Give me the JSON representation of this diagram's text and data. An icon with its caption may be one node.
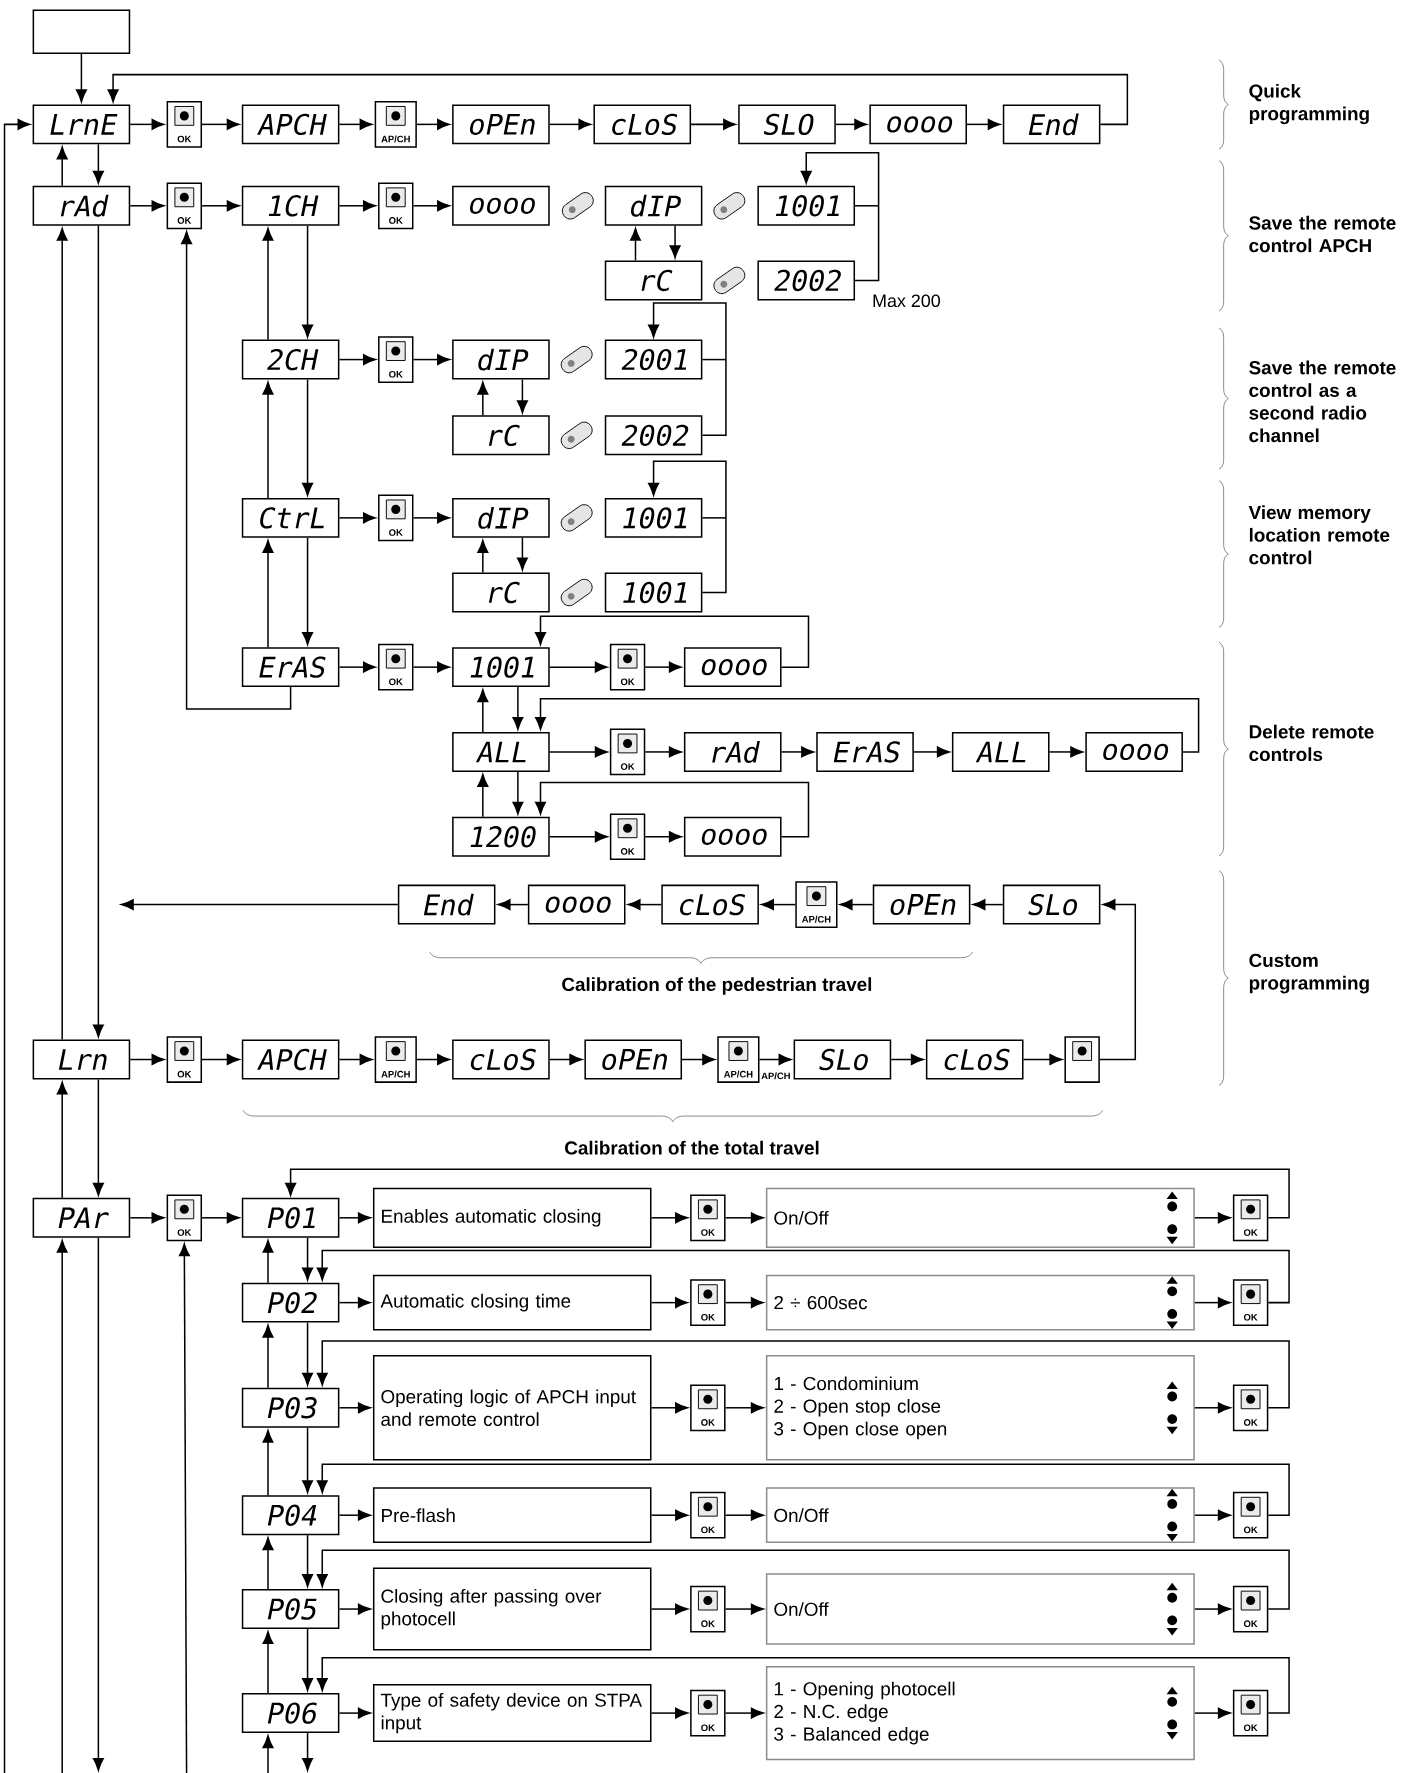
{
  "diagram": {
    "nodes": [
      {
        "text": [],
        "shape": "box"
      },
      {
        "text": [
          "LrnE"
        ]
      },
      {
        "text": [
          "OK"
        ]
      },
      {
        "text": [
          "APCH"
        ]
      },
      {
        "text": [
          "AP/CH"
        ]
      },
      {
        "text": [
          "oPEn"
        ]
      },
      {
        "text": [
          "cLoS"
        ]
      },
      {
        "text": [
          "SLO"
        ]
      },
      {
        "text": [
          "oooo"
        ]
      },
      {
        "text": [
          "End"
        ]
      },
      {
        "text": [
          "rAd"
        ]
      },
      {
        "text": [
          "OK"
        ]
      },
      {
        "text": [
          "1CH"
        ]
      },
      {
        "text": [
          "OK"
        ]
      },
      {
        "text": [
          "oooo"
        ]
      },
      {
        "text": [
          "dIP"
        ]
      },
      {
        "text": [
          "1001"
        ]
      },
      {
        "text": [
          "rC"
        ]
      },
      {
        "text": [
          "2002"
        ]
      },
      {
        "text": [
          "2CH"
        ]
      },
      {
        "text": [
          "OK"
        ]
      },
      {
        "text": [
          "dIP"
        ]
      },
      {
        "text": [
          "2001"
        ]
      },
      {
        "text": [
          "rC"
        ]
      },
      {
        "text": [
          "2002"
        ]
      },
      {
        "text": [
          "CtrL"
        ]
      },
      {
        "text": [
          "OK"
        ]
      },
      {
        "text": [
          "dIP"
        ]
      },
      {
        "text": [
          "1001"
        ]
      },
      {
        "text": [
          "rC"
        ]
      },
      {
        "text": [
          "1001"
        ]
      },
      {
        "text": [
          "ErAS"
        ]
      },
      {
        "text": [
          "OK"
        ]
      },
      {
        "text": [
          "1001"
        ]
      },
      {
        "text": [
          "OK"
        ]
      },
      {
        "text": [
          "oooo"
        ]
      },
      {
        "text": [
          "ALL"
        ]
      },
      {
        "text": [
          "OK"
        ]
      },
      {
        "text": [
          "rAd"
        ]
      },
      {
        "text": [
          "ErAS"
        ]
      },
      {
        "text": [
          "ALL"
        ]
      },
      {
        "text": [
          "oooo"
        ]
      },
      {
        "text": [
          "1200"
        ]
      },
      {
        "text": [
          "OK"
        ]
      },
      {
        "text": [
          "oooo"
        ]
      },
      {
        "text": [
          "End"
        ]
      },
      {
        "text": [
          "oooo"
        ]
      },
      {
        "text": [
          "cLoS"
        ]
      },
      {
        "text": [
          "AP/CH"
        ]
      },
      {
        "text": [
          "oPEn"
        ]
      },
      {
        "text": [
          "SLo"
        ]
      },
      {
        "text": [
          "Lrn"
        ]
      },
      {
        "text": [
          "OK"
        ]
      },
      {
        "text": [
          "APCH"
        ]
      },
      {
        "text": [
          "AP/CH"
        ]
      },
      {
        "text": [
          "cLoS"
        ]
      },
      {
        "text": [
          "oPEn"
        ]
      },
      {
        "text": [
          "AP/CH"
        ],
        "beside": [
          "AP/CH"
        ]
      },
      {
        "text": [
          "SLo"
        ]
      },
      {
        "text": [
          "cLoS"
        ]
      },
      {
        "text": [],
        "shape": "box"
      },
      {
        "text": [
          "PAr"
        ]
      },
      {
        "text": [
          "OK"
        ]
      },
      {
        "text": [
          "P01"
        ]
      },
      {
        "text": [
          "Enables automatic closing"
        ]
      },
      {
        "text": [
          "OK"
        ]
      },
      {
        "text": [
          "On/Off"
        ]
      },
      {
        "text": [
          "OK"
        ]
      },
      {
        "text": [
          "P02"
        ]
      },
      {
        "text": [
          "Automatic closing time"
        ]
      },
      {
        "text": [
          "OK"
        ]
      },
      {
        "text": [
          "2 ÷ 600sec"
        ]
      },
      {
        "text": [
          "OK"
        ]
      },
      {
        "text": [
          "P03"
        ]
      },
      {
        "text": [
          "Operating logic of APCH input and remote control"
        ]
      },
      {
        "text": [
          "OK"
        ]
      },
      {
        "text": [
          "1 - Condominium",
          "2 - Open stop close",
          "3 - Open close open"
        ]
      },
      {
        "text": [
          "OK"
        ]
      },
      {
        "text": [
          "P04"
        ]
      },
      {
        "text": [
          "Pre-flash"
        ]
      },
      {
        "text": [
          "OK"
        ]
      },
      {
        "text": [
          "On/Off"
        ]
      },
      {
        "text": [
          "OK"
        ]
      },
      {
        "text": [
          "P05"
        ]
      },
      {
        "text": [
          "Closing after passing over photocell"
        ]
      },
      {
        "text": [
          "OK"
        ]
      },
      {
        "text": [
          "On/Off"
        ]
      },
      {
        "text": [
          "OK"
        ]
      },
      {
        "text": [
          "P06"
        ]
      },
      {
        "text": [
          "Type of safety device on STPA input"
        ]
      },
      {
        "text": [
          "OK"
        ]
      },
      {
        "text": [
          "1 - Opening photocell",
          "2 - N.C. edge",
          "3 - Balanced edge"
        ]
      },
      {
        "text": [
          "OK"
        ]
      }
    ],
    "edges": [
      {
        "from": 0,
        "to": 1,
        "arrow": "to"
      },
      {
        "from": 1,
        "to": 2,
        "arrow": "to"
      },
      {
        "from": 2,
        "to": 3,
        "arrow": "to"
      },
      {
        "from": 3,
        "to": 4,
        "arrow": "to"
      },
      {
        "from": 4,
        "to": 5,
        "arrow": "to"
      },
      {
        "from": 5,
        "to": 6,
        "arrow": "to"
      },
      {
        "from": 6,
        "to": 7,
        "arrow": "to"
      },
      {
        "from": 7,
        "to": 8,
        "arrow": "to"
      },
      {
        "from": 8,
        "to": 9,
        "arrow": "to"
      },
      {
        "from": 9,
        "to": 1,
        "arrow": "to"
      },
      {
        "from": 1,
        "to": 10,
        "arrow": "to"
      },
      {
        "from": 10,
        "to": 1,
        "arrow": "to"
      },
      {
        "from": 10,
        "to": 11,
        "arrow": "to"
      },
      {
        "from": 11,
        "to": 12,
        "arrow": "to"
      },
      {
        "from": 12,
        "to": 13,
        "arrow": "to"
      },
      {
        "from": 13,
        "to": 14,
        "arrow": "to"
      },
      {
        "from": 15,
        "to": 17,
        "arrow": "to"
      },
      {
        "from": 17,
        "to": 15,
        "arrow": "to"
      },
      {
        "from": 18,
        "to": 16,
        "arrow": "to"
      },
      {
        "from": 12,
        "to": 19,
        "arrow": "to"
      },
      {
        "from": 19,
        "to": 12,
        "arrow": "to"
      },
      {
        "from": 19,
        "to": 20,
        "arrow": "to"
      },
      {
        "from": 20,
        "to": 21,
        "arrow": "to"
      },
      {
        "from": 21,
        "to": 23,
        "arrow": "to"
      },
      {
        "from": 23,
        "to": 21,
        "arrow": "to"
      },
      {
        "from": 24,
        "to": 22,
        "arrow": "to"
      },
      {
        "from": 19,
        "to": 25,
        "arrow": "to"
      },
      {
        "from": 25,
        "to": 19,
        "arrow": "to"
      },
      {
        "from": 25,
        "to": 26,
        "arrow": "to"
      },
      {
        "from": 26,
        "to": 27,
        "arrow": "to"
      },
      {
        "from": 27,
        "to": 29,
        "arrow": "to"
      },
      {
        "from": 29,
        "to": 27,
        "arrow": "to"
      },
      {
        "from": 30,
        "to": 28,
        "arrow": "to"
      },
      {
        "from": 25,
        "to": 31,
        "arrow": "to"
      },
      {
        "from": 31,
        "to": 25,
        "arrow": "to"
      },
      {
        "from": 31,
        "to": 32,
        "arrow": "to"
      },
      {
        "from": 32,
        "to": 33,
        "arrow": "to"
      },
      {
        "from": 33,
        "to": 34,
        "arrow": "to"
      },
      {
        "from": 34,
        "to": 35,
        "arrow": "to"
      },
      {
        "from": 35,
        "to": 33,
        "arrow": "to"
      },
      {
        "from": 31,
        "to": 11,
        "arrow": "to"
      },
      {
        "from": 33,
        "to": 36,
        "arrow": "to"
      },
      {
        "from": 36,
        "to": 33,
        "arrow": "to"
      },
      {
        "from": 36,
        "to": 37,
        "arrow": "to"
      },
      {
        "from": 37,
        "to": 38,
        "arrow": "to"
      },
      {
        "from": 38,
        "to": 39,
        "arrow": "to"
      },
      {
        "from": 39,
        "to": 40,
        "arrow": "to"
      },
      {
        "from": 40,
        "to": 41,
        "arrow": "to"
      },
      {
        "from": 41,
        "to": 36,
        "arrow": "to"
      },
      {
        "from": 36,
        "to": 42,
        "arrow": "to"
      },
      {
        "from": 42,
        "to": 36,
        "arrow": "to"
      },
      {
        "from": 42,
        "to": 43,
        "arrow": "to"
      },
      {
        "from": 43,
        "to": 44,
        "arrow": "to"
      },
      {
        "from": 44,
        "to": 42,
        "arrow": "to"
      },
      {
        "from": 50,
        "to": 49,
        "arrow": "to"
      },
      {
        "from": 49,
        "to": 48,
        "arrow": "to"
      },
      {
        "from": 48,
        "to": 47,
        "arrow": "to"
      },
      {
        "from": 47,
        "to": 46,
        "arrow": "to"
      },
      {
        "from": 46,
        "to": 45,
        "arrow": "to"
      },
      {
        "from": 45,
        "to": null,
        "arrow": "to"
      },
      {
        "from": 10,
        "to": 51,
        "arrow": "to"
      },
      {
        "from": 51,
        "to": 10,
        "arrow": "to"
      },
      {
        "from": 51,
        "to": 52,
        "arrow": "to"
      },
      {
        "from": 52,
        "to": 53,
        "arrow": "to"
      },
      {
        "from": 53,
        "to": 54,
        "arrow": "to"
      },
      {
        "from": 54,
        "to": 55,
        "arrow": "to"
      },
      {
        "from": 55,
        "to": 56,
        "arrow": "to"
      },
      {
        "from": 56,
        "to": 57,
        "arrow": "to"
      },
      {
        "from": 57,
        "to": 58,
        "arrow": "to"
      },
      {
        "from": 58,
        "to": 59,
        "arrow": "to"
      },
      {
        "from": 59,
        "to": 60,
        "arrow": "to"
      },
      {
        "from": 60,
        "to": 50,
        "arrow": "to"
      },
      {
        "from": 51,
        "to": 61,
        "arrow": "to"
      },
      {
        "from": 61,
        "to": 51,
        "arrow": "to"
      },
      {
        "from": 61,
        "to": 62,
        "arrow": "to"
      },
      {
        "from": 62,
        "to": 63,
        "arrow": "to"
      },
      {
        "from": 63,
        "to": 64,
        "arrow": "to"
      },
      {
        "from": 64,
        "to": 65,
        "arrow": "to"
      },
      {
        "from": 65,
        "to": 66,
        "arrow": "to"
      },
      {
        "from": 66,
        "to": 67,
        "arrow": "to"
      },
      {
        "from": 67,
        "to": 63,
        "arrow": "to"
      },
      {
        "from": 63,
        "to": 68,
        "arrow": "to"
      },
      {
        "from": 68,
        "to": 63,
        "arrow": "to"
      },
      {
        "from": 68,
        "to": 69,
        "arrow": "to"
      },
      {
        "from": 69,
        "to": 70,
        "arrow": "to"
      },
      {
        "from": 70,
        "to": 71,
        "arrow": "to"
      },
      {
        "from": 71,
        "to": 72,
        "arrow": "to"
      },
      {
        "from": 72,
        "to": 68,
        "arrow": "to"
      },
      {
        "from": 68,
        "to": 73,
        "arrow": "to"
      },
      {
        "from": 73,
        "to": 68,
        "arrow": "to"
      },
      {
        "from": 73,
        "to": 74,
        "arrow": "to"
      },
      {
        "from": 74,
        "to": 75,
        "arrow": "to"
      },
      {
        "from": 75,
        "to": 76,
        "arrow": "to"
      },
      {
        "from": 76,
        "to": 77,
        "arrow": "to"
      },
      {
        "from": 77,
        "to": 73,
        "arrow": "to"
      },
      {
        "from": 73,
        "to": 78,
        "arrow": "to"
      },
      {
        "from": 78,
        "to": 73,
        "arrow": "to"
      },
      {
        "from": 78,
        "to": 79,
        "arrow": "to"
      },
      {
        "from": 79,
        "to": 80,
        "arrow": "to"
      },
      {
        "from": 80,
        "to": 81,
        "arrow": "to"
      },
      {
        "from": 81,
        "to": 82,
        "arrow": "to"
      },
      {
        "from": 82,
        "to": 78,
        "arrow": "to"
      },
      {
        "from": 78,
        "to": 83,
        "arrow": "to"
      },
      {
        "from": 83,
        "to": 78,
        "arrow": "to"
      },
      {
        "from": 83,
        "to": 84,
        "arrow": "to"
      },
      {
        "from": 84,
        "to": 85,
        "arrow": "to"
      },
      {
        "from": 85,
        "to": 86,
        "arrow": "to"
      },
      {
        "from": 86,
        "to": 87,
        "arrow": "to"
      },
      {
        "from": 87,
        "to": 83,
        "arrow": "to"
      },
      {
        "from": 83,
        "to": 88,
        "arrow": "to"
      },
      {
        "from": 88,
        "to": 83,
        "arrow": "to"
      },
      {
        "from": 88,
        "to": 89,
        "arrow": "to"
      },
      {
        "from": 89,
        "to": 90,
        "arrow": "to"
      },
      {
        "from": 90,
        "to": 91,
        "arrow": "to"
      },
      {
        "from": 91,
        "to": 92,
        "arrow": "to"
      },
      {
        "from": 92,
        "to": 88,
        "arrow": "to"
      },
      {
        "from": null,
        "to": 1,
        "arrow": "to"
      },
      {
        "from": null,
        "to": 61,
        "arrow": "to"
      },
      {
        "from": 61,
        "to": null,
        "arrow": "to"
      },
      {
        "from": null,
        "to": 62,
        "arrow": "to"
      },
      {
        "from": null,
        "to": 88,
        "arrow": "to"
      },
      {
        "from": 88,
        "to": null,
        "arrow": "to"
      }
    ],
    "labels": [
      "Quick programming",
      "Save the remote control APCH",
      "Max 200",
      "Save the remote control as a second radio channel",
      "View memory location remote control",
      "Delete remote controls",
      "Custom programming",
      "Calibration of the pedestrian travel",
      "Calibration of the total travel"
    ]
  }
}
